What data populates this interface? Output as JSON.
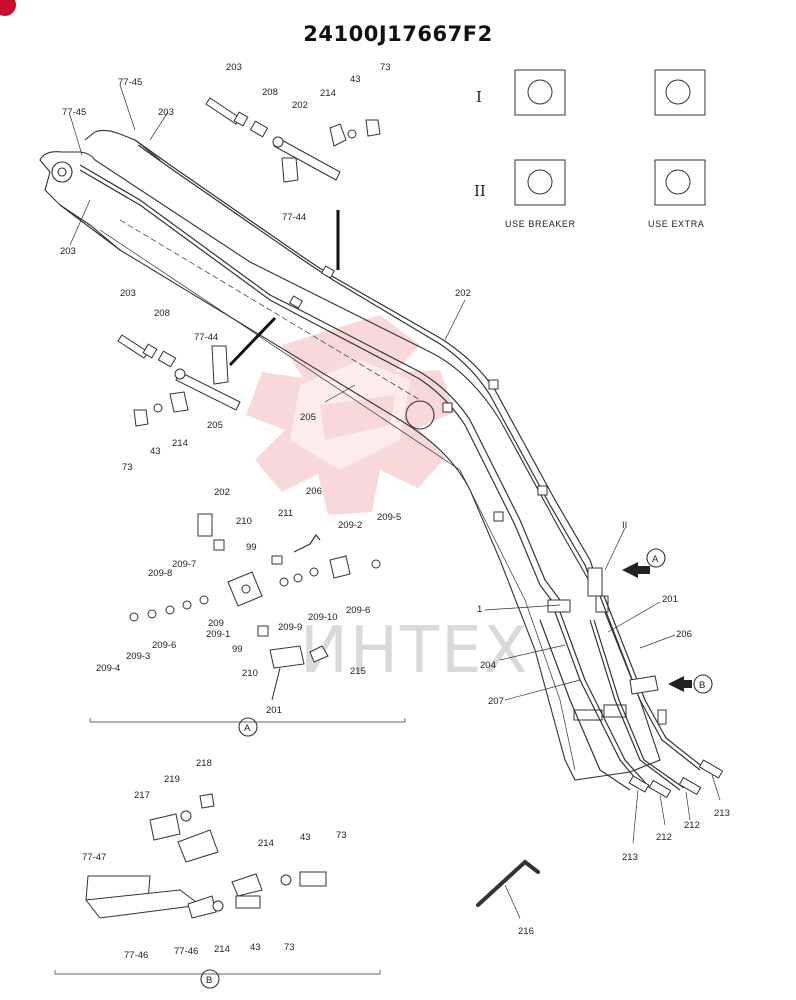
{
  "drawing_number": "24100J17667F2",
  "watermark": "ИНТЕХ",
  "captions": {
    "use_breaker": "USE BREAKER",
    "use_extra": "USE EXTRA"
  },
  "roman_labels": [
    "I",
    "II"
  ],
  "section_labels": {
    "a": "A",
    "b": "B"
  },
  "callout_labels": {
    "a": "A",
    "b": "B"
  },
  "part_labels": [
    {
      "id": "p-77-45-a",
      "text": "77-45"
    },
    {
      "id": "p-77-45-b",
      "text": "77-45"
    },
    {
      "id": "p-203-a",
      "text": "203"
    },
    {
      "id": "p-203-b",
      "text": "203"
    },
    {
      "id": "p-203-c",
      "text": "203"
    },
    {
      "id": "p-208-a",
      "text": "208"
    },
    {
      "id": "p-202-a",
      "text": "202"
    },
    {
      "id": "p-214-a",
      "text": "214"
    },
    {
      "id": "p-43-a",
      "text": "43"
    },
    {
      "id": "p-73-a",
      "text": "73"
    },
    {
      "id": "p-77-44-a",
      "text": "77-44"
    },
    {
      "id": "p-202-b",
      "text": "202"
    },
    {
      "id": "p-203-d",
      "text": "203"
    },
    {
      "id": "p-208-b",
      "text": "208"
    },
    {
      "id": "p-77-44-b",
      "text": "77-44"
    },
    {
      "id": "p-205-a",
      "text": "205"
    },
    {
      "id": "p-205-b",
      "text": "205"
    },
    {
      "id": "p-214-b",
      "text": "214"
    },
    {
      "id": "p-43-b",
      "text": "43"
    },
    {
      "id": "p-73-b",
      "text": "73"
    },
    {
      "id": "p-202-c",
      "text": "202"
    },
    {
      "id": "p-210-a",
      "text": "210"
    },
    {
      "id": "p-211",
      "text": "211"
    },
    {
      "id": "p-206-a",
      "text": "206"
    },
    {
      "id": "p-209-5",
      "text": "209-5"
    },
    {
      "id": "p-209-2",
      "text": "209-2"
    },
    {
      "id": "p-99-a",
      "text": "99"
    },
    {
      "id": "p-209-8",
      "text": "209-8"
    },
    {
      "id": "p-209-7",
      "text": "209-7"
    },
    {
      "id": "p-209",
      "text": "209"
    },
    {
      "id": "p-209-1",
      "text": "209-1"
    },
    {
      "id": "p-209-9",
      "text": "209-9"
    },
    {
      "id": "p-209-10",
      "text": "209-10"
    },
    {
      "id": "p-209-6-a",
      "text": "209-6"
    },
    {
      "id": "p-209-6-b",
      "text": "209-6"
    },
    {
      "id": "p-209-3",
      "text": "209-3"
    },
    {
      "id": "p-209-4",
      "text": "209-4"
    },
    {
      "id": "p-99-b",
      "text": "99"
    },
    {
      "id": "p-210-b",
      "text": "210"
    },
    {
      "id": "p-215",
      "text": "215"
    },
    {
      "id": "p-201-a",
      "text": "201"
    },
    {
      "id": "p-1",
      "text": "1"
    },
    {
      "id": "p-ii",
      "text": "II"
    },
    {
      "id": "p-201-b",
      "text": "201"
    },
    {
      "id": "p-206-b",
      "text": "206"
    },
    {
      "id": "p-204",
      "text": "204"
    },
    {
      "id": "p-207",
      "text": "207"
    },
    {
      "id": "p-213-a",
      "text": "213"
    },
    {
      "id": "p-212-a",
      "text": "212"
    },
    {
      "id": "p-212-b",
      "text": "212"
    },
    {
      "id": "p-213-b",
      "text": "213"
    },
    {
      "id": "p-218",
      "text": "218"
    },
    {
      "id": "p-219",
      "text": "219"
    },
    {
      "id": "p-217",
      "text": "217"
    },
    {
      "id": "p-214-c",
      "text": "214"
    },
    {
      "id": "p-43-c",
      "text": "43"
    },
    {
      "id": "p-73-c",
      "text": "73"
    },
    {
      "id": "p-77-47",
      "text": "77-47"
    },
    {
      "id": "p-77-46-a",
      "text": "77-46"
    },
    {
      "id": "p-77-46-b",
      "text": "77-46"
    },
    {
      "id": "p-214-d",
      "text": "214"
    },
    {
      "id": "p-43-d",
      "text": "43"
    },
    {
      "id": "p-73-d",
      "text": "73"
    },
    {
      "id": "p-216",
      "text": "216"
    }
  ]
}
